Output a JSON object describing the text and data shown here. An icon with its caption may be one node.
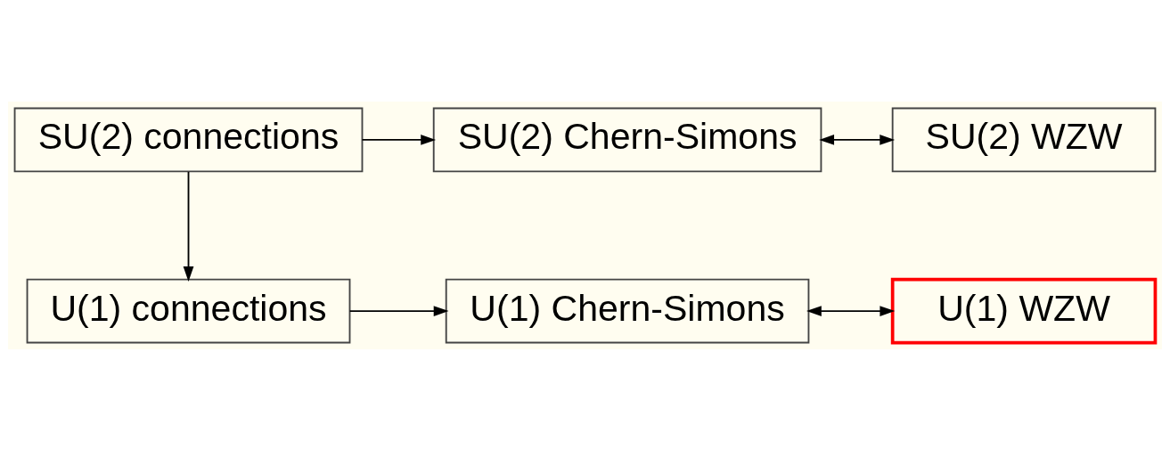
{
  "diagram": {
    "nodes": [
      {
        "text": [
          "SU(2) connections"
        ]
      },
      {
        "text": [
          "SU(2) Chern-Simons"
        ]
      },
      {
        "text": [
          "SU(2) WZW"
        ]
      },
      {
        "text": [
          "U(1) connections"
        ]
      },
      {
        "text": [
          "U(1) Chern-Simons"
        ]
      },
      {
        "text": [
          "U(1) WZW"
        ]
      }
    ],
    "edges": [
      {
        "from": 0,
        "to": 1,
        "arrow": "to"
      },
      {
        "from": 1,
        "to": 2,
        "arrow": "both"
      },
      {
        "from": 0,
        "to": 3,
        "arrow": "to"
      },
      {
        "from": 3,
        "to": 4,
        "arrow": "to"
      },
      {
        "from": 4,
        "to": 5,
        "arrow": "both"
      }
    ]
  }
}
